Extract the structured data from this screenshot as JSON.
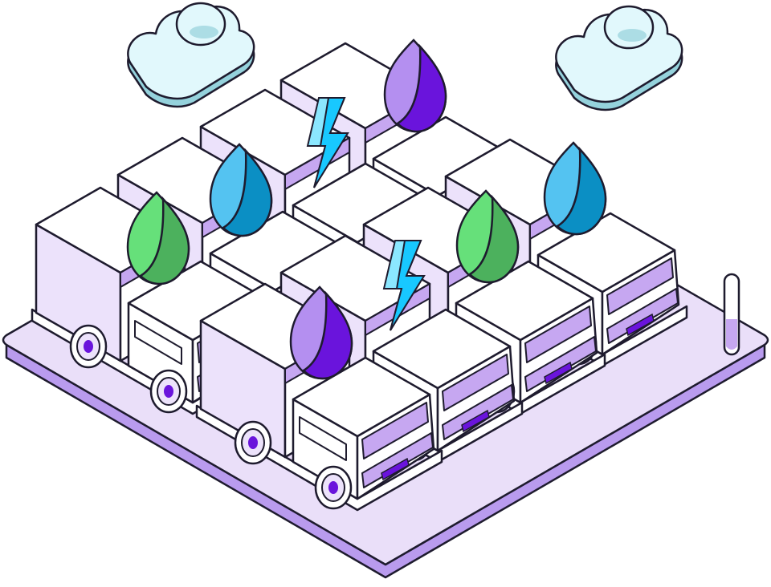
{
  "scene": {
    "colors": {
      "outline": "#1e1b2e",
      "platform_top": "#eadff9",
      "platform_side": "#b99bee",
      "truck_body": "#ffffff",
      "truck_panel": "#ece2fb",
      "truck_trim": "#c6a7f1",
      "accent_purple": "#6a14dc",
      "cloud_light": "#e1f8fc",
      "cloud_shade": "#95d2dc",
      "drop_purple": "#6a14dc",
      "drop_purple_light": "#b48ff0",
      "drop_blue": "#0b8fc4",
      "drop_blue_light": "#54c3f1",
      "drop_green": "#4cb15d",
      "drop_green_light": "#66e07a",
      "bolt": "#18c8ff",
      "bolt_light": "#8be7ff"
    },
    "trucks": [
      {
        "id": "back-center",
        "payload": "purple-drop-icon"
      },
      {
        "id": "mid-left",
        "payload": "bolt-icon"
      },
      {
        "id": "mid-right",
        "payload": "blue-drop-icon"
      },
      {
        "id": "front-left-a",
        "payload": "blue-drop-icon"
      },
      {
        "id": "front-left-b",
        "payload": "green-drop-icon"
      },
      {
        "id": "center",
        "payload": "bolt-icon"
      },
      {
        "id": "center-right",
        "payload": "green-drop-icon"
      },
      {
        "id": "front",
        "payload": "purple-drop-icon"
      }
    ]
  }
}
